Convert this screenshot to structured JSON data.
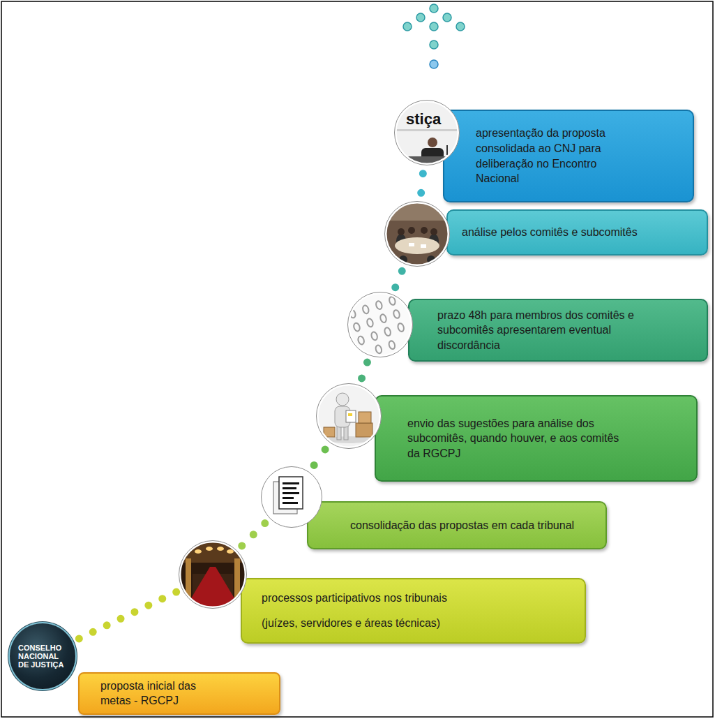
{
  "diagram": {
    "nodes": [
      {
        "text": [
          "CONSELHO NACIONAL DE JUSTIÇA"
        ]
      },
      {
        "text": [
          "proposta inicial das metas - RGCPJ"
        ]
      },
      {
        "text": [
          "processos participativos nos tribunais",
          "(juízes, servidores e áreas técnicas)"
        ]
      },
      {
        "text": [
          "consolidação das propostas em cada tribunal"
        ]
      },
      {
        "text": [
          "envio das sugestões para análise dos subcomitês, quando houver, e aos comitês da RGCPJ"
        ]
      },
      {
        "text": [
          "prazo 48h para membros dos comitês e subcomitês apresentarem eventual discordância"
        ]
      },
      {
        "text": [
          "análise pelos comitês e subcomitês"
        ]
      },
      {
        "text": [
          "apresentação da proposta consolidada ao CNJ para deliberação no Encontro Nacional"
        ]
      }
    ],
    "edges": [
      {
        "from": 0,
        "to": 2,
        "arrow": "none"
      },
      {
        "from": 2,
        "to": 3,
        "arrow": "none"
      },
      {
        "from": 3,
        "to": 4,
        "arrow": "none"
      },
      {
        "from": 4,
        "to": 5,
        "arrow": "none"
      },
      {
        "from": 5,
        "to": 6,
        "arrow": "none"
      },
      {
        "from": 6,
        "to": 7,
        "arrow": "none"
      }
    ],
    "labels": [
      "stiça"
    ]
  }
}
